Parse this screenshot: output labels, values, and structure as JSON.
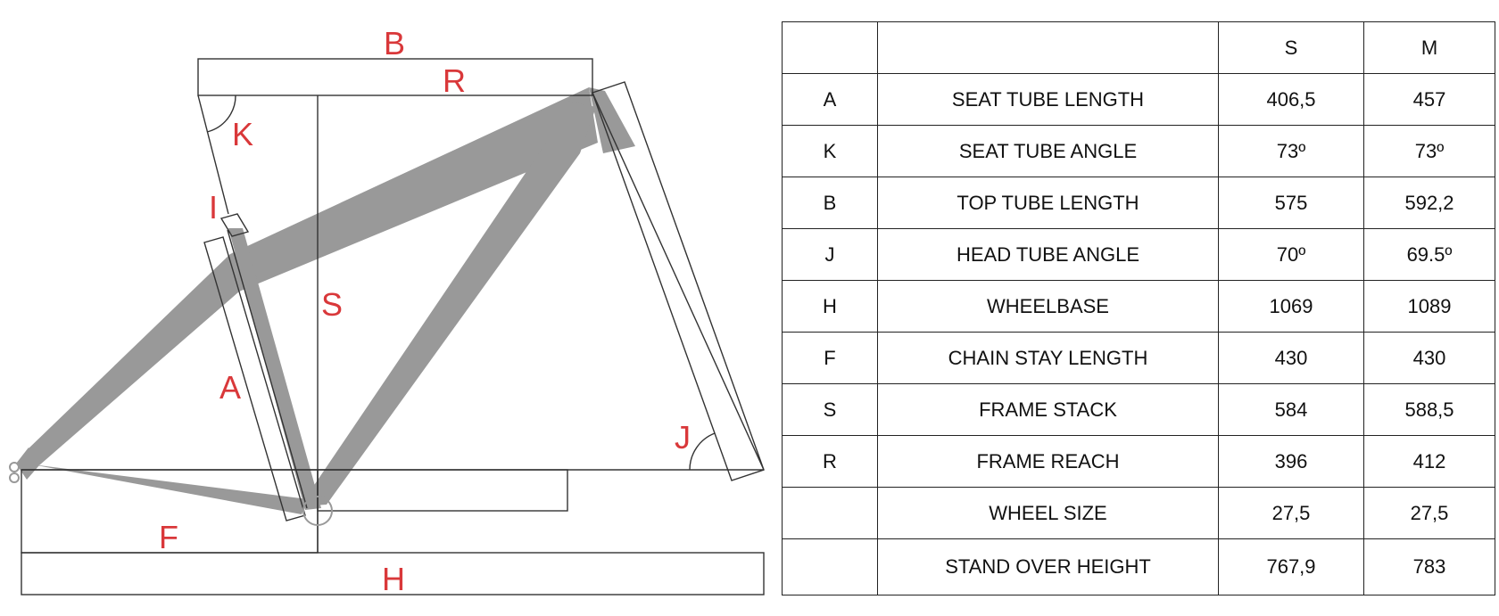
{
  "diagram": {
    "labels": {
      "b": "B",
      "r": "R",
      "k": "K",
      "i": "I",
      "s": "S",
      "a": "A",
      "j": "J",
      "f": "F",
      "h": "H"
    }
  },
  "table": {
    "headers": [
      "",
      "",
      "S",
      "M"
    ],
    "rows": [
      {
        "code": "A",
        "name": "SEAT TUBE LENGTH",
        "s": "406,5",
        "m": "457"
      },
      {
        "code": "K",
        "name": "SEAT TUBE ANGLE",
        "s": "73º",
        "m": "73º"
      },
      {
        "code": "B",
        "name": "TOP TUBE LENGTH",
        "s": "575",
        "m": "592,2"
      },
      {
        "code": "J",
        "name": "HEAD TUBE ANGLE",
        "s": "70º",
        "m": "69.5º"
      },
      {
        "code": "H",
        "name": "WHEELBASE",
        "s": "1069",
        "m": "1089"
      },
      {
        "code": "F",
        "name": "CHAIN STAY LENGTH",
        "s": "430",
        "m": "430"
      },
      {
        "code": "S",
        "name": "FRAME STACK",
        "s": "584",
        "m": "588,5"
      },
      {
        "code": "R",
        "name": "FRAME REACH",
        "s": "396",
        "m": "412"
      },
      {
        "code": "",
        "name": "WHEEL SIZE",
        "s": "27,5",
        "m": "27,5"
      },
      {
        "code": "",
        "name": "STAND OVER HEIGHT",
        "s": "767,9",
        "m": "783"
      }
    ]
  }
}
